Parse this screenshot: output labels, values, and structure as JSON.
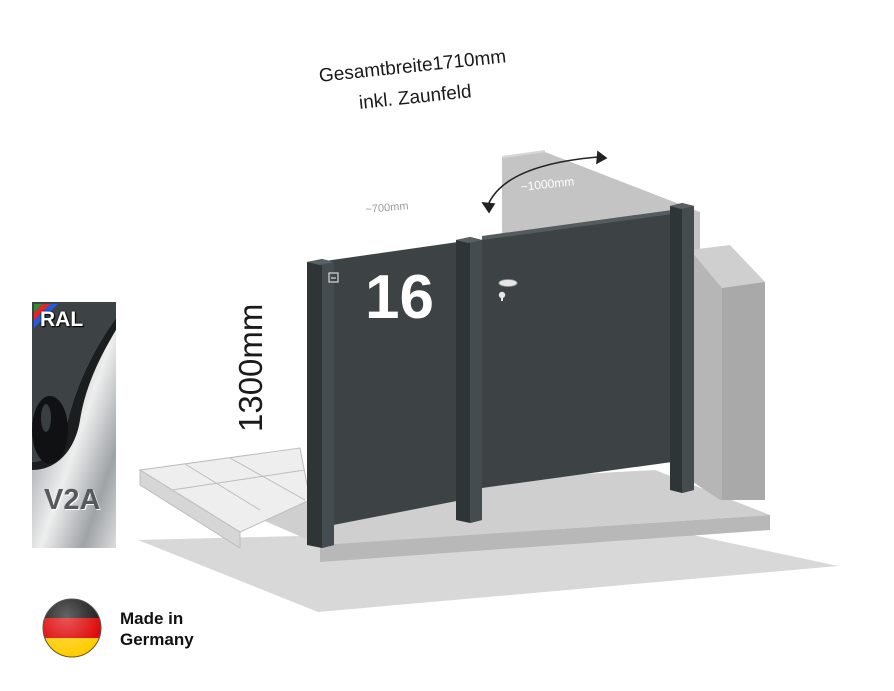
{
  "dimensions": {
    "total_width_line1": "Gesamtbreite1710mm",
    "total_width_line2": "inkl. Zaunfeld",
    "fence_width": "~700mm",
    "gate_width": "~1000mm",
    "height": "1300mm"
  },
  "house_number": "16",
  "badges": {
    "ral": "RAL",
    "material": "V2A"
  },
  "origin": {
    "line1": "Made in",
    "line2": "Germany"
  },
  "colors": {
    "panel": "#3d4345",
    "post": "#2f3436",
    "ground": "#cfcfcf",
    "wall": "#bdbdbd",
    "flag_black": "#111111",
    "flag_red": "#dd0000",
    "flag_gold": "#ffcc00"
  },
  "icons": [
    "mailbox-slot-icon",
    "door-handle-icon",
    "lock-icon",
    "swing-arrow-icon",
    "german-flag-icon",
    "ral-color-icon",
    "v2a-steel-icon"
  ]
}
